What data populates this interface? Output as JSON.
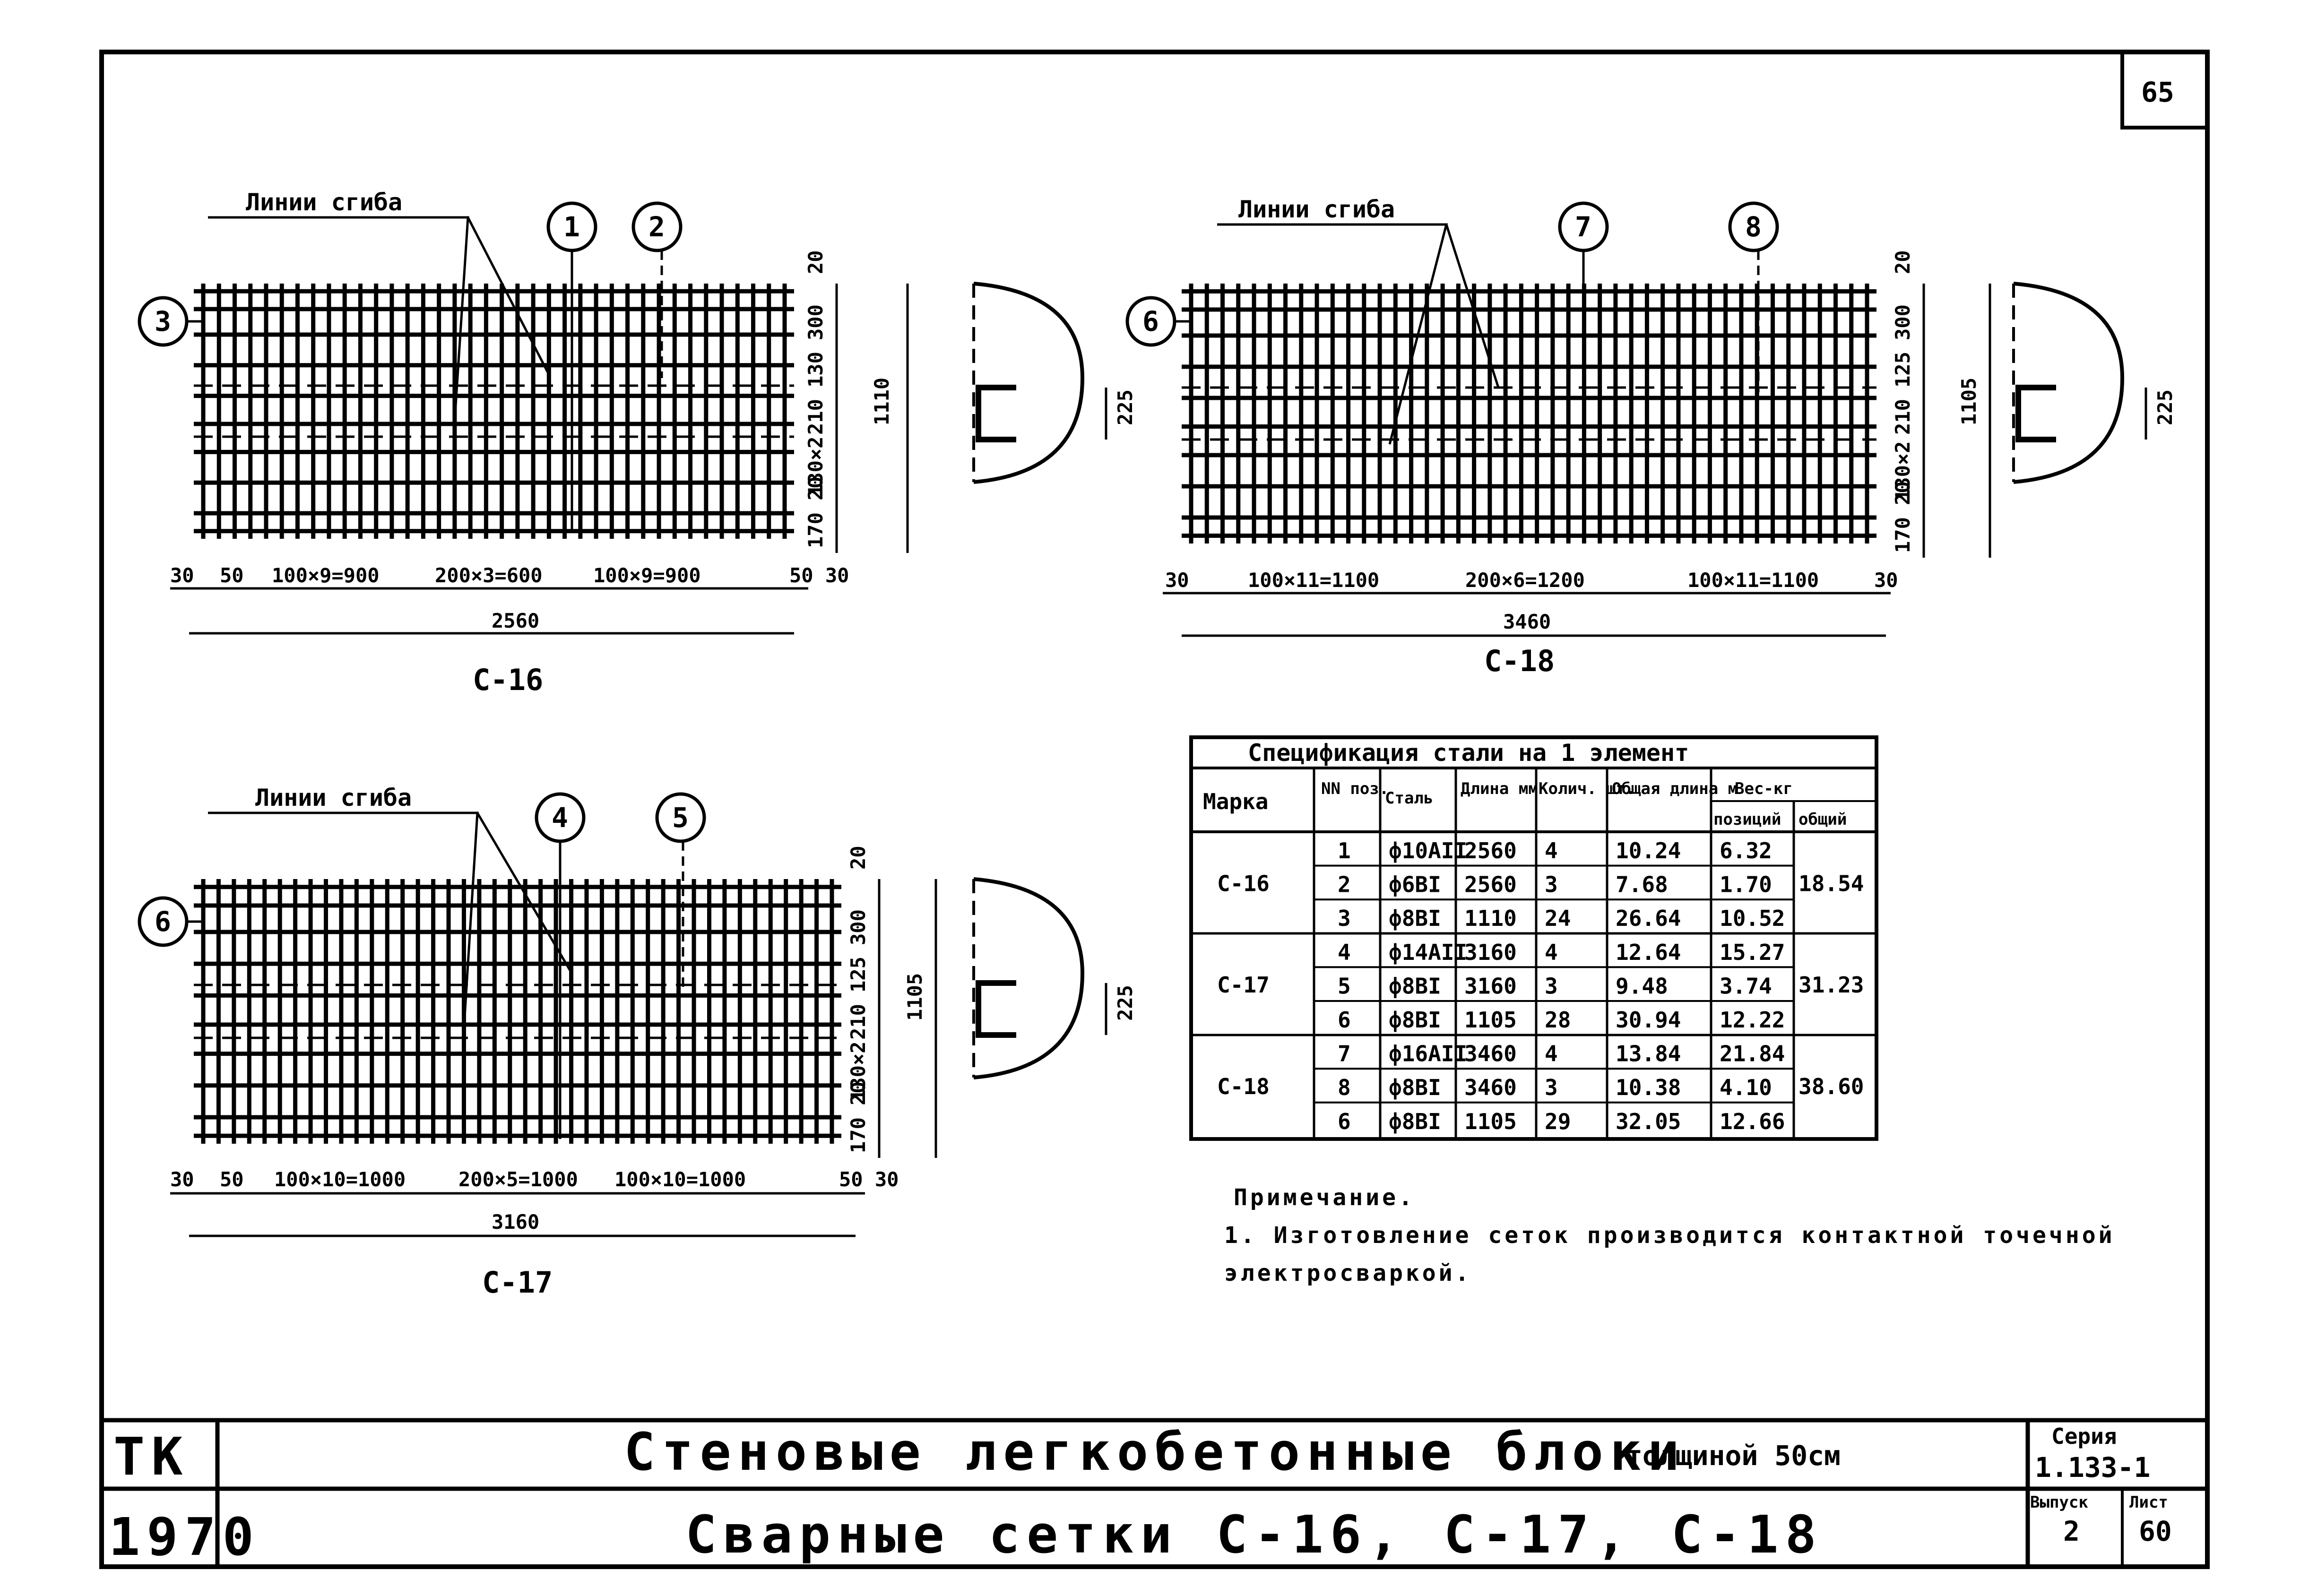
{
  "sheet": {
    "number": "65"
  },
  "meshes": {
    "c16": {
      "title": "С-16",
      "bend_label": "Линии сгиба",
      "markers": [
        "1",
        "2",
        "3"
      ],
      "dims": [
        "30",
        "50",
        "100×9=900",
        "200×3=600",
        "100×9=900",
        "50 30"
      ],
      "total": "2560",
      "vdims": [
        "20",
        "300",
        "130",
        "210",
        "130×2",
        "170 20"
      ],
      "height": "1110",
      "section_dim": "225"
    },
    "c18": {
      "title": "С-18",
      "bend_label": "Линии сгиба",
      "markers": [
        "7",
        "8",
        "6"
      ],
      "dims": [
        "30",
        "100×11=1100",
        "200×6=1200",
        "100×11=1100",
        "30"
      ],
      "total": "3460",
      "vdims": [
        "20",
        "300",
        "125",
        "210",
        "130×2",
        "170 20"
      ],
      "height": "1105",
      "section_dim": "225"
    },
    "c17": {
      "title": "С-17",
      "bend_label": "Линии сгиба",
      "markers": [
        "4",
        "5",
        "6"
      ],
      "dims": [
        "30",
        "50",
        "100×10=1000",
        "200×5=1000",
        "100×10=1000",
        "50 30"
      ],
      "total": "3160",
      "vdims": [
        "20",
        "300",
        "125",
        "210",
        "130×2",
        "170 20"
      ],
      "height": "1105",
      "section_dim": "225"
    }
  },
  "spec": {
    "title": "Спецификация стали на 1 элемент",
    "headers": [
      "Марка",
      "NN поз.",
      "Сталь",
      "Длина мм",
      "Колич. шт.",
      "Общая длина м",
      "Вес-кг",
      "позиций",
      "общий"
    ],
    "groups": [
      {
        "mark": "С-16",
        "total": "18.54",
        "rows": [
          [
            "1",
            "ф10AII",
            "2560",
            "4",
            "10.24",
            "6.32"
          ],
          [
            "2",
            "ф6BI",
            "2560",
            "3",
            "7.68",
            "1.70"
          ],
          [
            "3",
            "ф8BI",
            "1110",
            "24",
            "26.64",
            "10.52"
          ]
        ]
      },
      {
        "mark": "С-17",
        "total": "31.23",
        "rows": [
          [
            "4",
            "ф14AII",
            "3160",
            "4",
            "12.64",
            "15.27"
          ],
          [
            "5",
            "ф8BI",
            "3160",
            "3",
            "9.48",
            "3.74"
          ],
          [
            "6",
            "ф8BI",
            "1105",
            "28",
            "30.94",
            "12.22"
          ]
        ]
      },
      {
        "mark": "С-18",
        "total": "38.60",
        "rows": [
          [
            "7",
            "ф16AII",
            "3460",
            "4",
            "13.84",
            "21.84"
          ],
          [
            "8",
            "ф8BI",
            "3460",
            "3",
            "10.38",
            "4.10"
          ],
          [
            "6",
            "ф8BI",
            "1105",
            "29",
            "32.05",
            "12.66"
          ]
        ]
      }
    ]
  },
  "note": {
    "heading": "Примечание.",
    "line1": "1. Изготовление сеток производится контактной точечной",
    "line2": "электросваркой."
  },
  "title_block": {
    "org": "ТК",
    "year": "1970",
    "main_title": "Стеновые легкобетонные блоки",
    "thickness": "толщиной 50см",
    "subtitle": "Сварные сетки С-16, С-17, С-18",
    "series_label": "Серия",
    "series": "1.133-1",
    "issue_label": "Выпуск",
    "issue": "2",
    "sheet_label": "Лист",
    "sheet": "60"
  }
}
